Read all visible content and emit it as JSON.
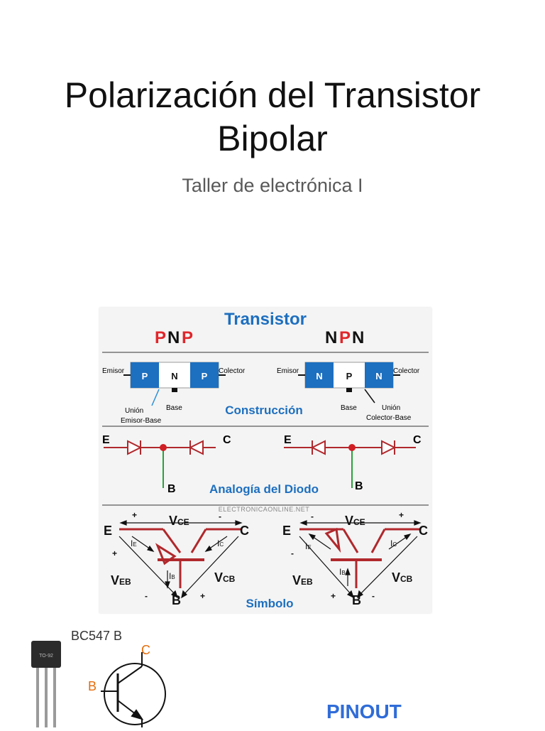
{
  "slide": {
    "title_line1": "Polarización del Transistor",
    "title_line2": "Bipolar",
    "subtitle": "Taller de electrónica I"
  },
  "diagram": {
    "heading": "Transistor",
    "pnp": {
      "p1": "P",
      "n": "N",
      "p2": "P"
    },
    "npn": {
      "n1": "N",
      "p": "P",
      "n2": "N"
    },
    "construction": {
      "emisor": "Emisor",
      "colector": "Colector",
      "base": "Base",
      "union_label": "Unión",
      "pnp_union_sub": "Emisor-Base",
      "npn_union_sub": "Colector-Base",
      "caption": "Construcción"
    },
    "diode_analogy": {
      "e": "E",
      "c": "C",
      "b": "B",
      "caption": "Analogía del Diodo"
    },
    "watermark": "ELECTRONICAONLINE.NET",
    "symbol": {
      "e": "E",
      "c": "C",
      "b": "B",
      "vce": "V",
      "vce_sub": "CE",
      "veb": "V",
      "veb_sub": "EB",
      "vcb": "V",
      "vcb_sub": "CB",
      "ie": "I",
      "ie_sub": "E",
      "ic": "I",
      "ic_sub": "C",
      "ib": "I",
      "ib_sub": "B",
      "plus": "+",
      "minus": "-",
      "caption": "Símbolo"
    }
  },
  "pinout": {
    "part_number": "BC547 B",
    "package_mark": "TO-92",
    "pin_c": "C",
    "pin_b": "B",
    "label": "PINOUT"
  },
  "colors": {
    "accent_blue": "#2f6cd8",
    "semi_blue": "#1d6fbf",
    "pnp_red": "#e0262b",
    "diagram_red": "#b0282c",
    "diagram_green": "#26a33a",
    "pin_orange": "#e46c0a"
  }
}
